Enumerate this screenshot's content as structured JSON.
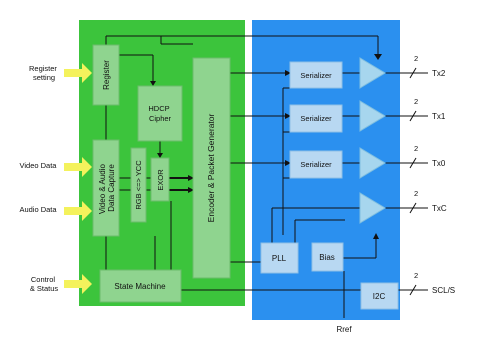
{
  "colors": {
    "left_panel": "#3cc43c",
    "right_panel": "#2b90ef",
    "green_block": "#8fd48f",
    "blue_block": "#b8d8f2",
    "triangle": "#a7d6ee",
    "arrow_yellow": "#f4f25c",
    "wire": "#111111"
  },
  "inputs": {
    "register": "Register\nsetting",
    "video": "Video Data",
    "audio": "Audio Data",
    "control": "Control\n& Status"
  },
  "blocks": {
    "register": "Register",
    "capture": "Video & Audio\nData Capture",
    "rgb": "RGB <=> YCC",
    "exor": "EXOR",
    "hdcp": "HDCP\nCipher",
    "encoder": "Encoder & Packet Generator",
    "state_machine": "State Machine",
    "serializer": "Serializer",
    "pll": "PLL",
    "bias": "Bias",
    "i2c": "I2C"
  },
  "outputs": {
    "tx2": "Tx2",
    "tx1": "Tx1",
    "tx0": "Tx0",
    "txc": "TxC",
    "scl": "SCL/S",
    "rref": "Rref"
  },
  "bus_width": "2"
}
